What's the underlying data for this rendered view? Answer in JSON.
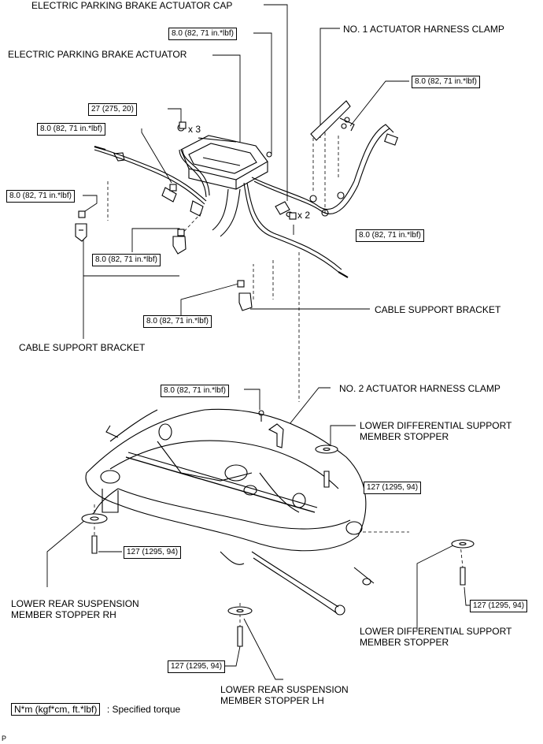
{
  "labels": {
    "epb_actuator_cap": "ELECTRIC PARKING BRAKE ACTUATOR CAP",
    "no1_clamp": "NO. 1 ACTUATOR HARNESS CLAMP",
    "epb_actuator": "ELECTRIC PARKING BRAKE ACTUATOR",
    "cable_bracket_right": "CABLE SUPPORT BRACKET",
    "cable_bracket_left": "CABLE SUPPORT BRACKET",
    "no2_clamp": "NO. 2 ACTUATOR HARNESS CLAMP",
    "lower_diff_stopper_top": "LOWER DIFFERENTIAL SUPPORT\nMEMBER STOPPER",
    "lower_rear_stopper_rh": "LOWER REAR SUSPENSION\nMEMBER STOPPER RH",
    "lower_diff_stopper_bottom": "LOWER DIFFERENTIAL SUPPORT\nMEMBER STOPPER",
    "lower_rear_stopper_lh": "LOWER REAR SUSPENSION\nMEMBER STOPPER LH"
  },
  "torques": {
    "t1": "8.0 (82, 71 in.*lbf)",
    "t2": "8.0 (82, 71 in.*lbf)",
    "t3": "27 (275, 20)",
    "t4": "8.0 (82, 71 in.*lbf)",
    "t5": "8.0 (82, 71 in.*lbf)",
    "t6": "8.0 (82, 71 in.*lbf)",
    "t7": "8.0 (82, 71 in.*lbf)",
    "t8": "8.0 (82, 71 in.*lbf)",
    "t9": "8.0 (82, 71 in.*lbf)",
    "t10": "127 (1295, 94)",
    "t11": "127 (1295, 94)",
    "t12": "127 (1295, 94)",
    "t13": "127 (1295, 94)"
  },
  "counts": {
    "x3": "x 3",
    "x2": "x 2"
  },
  "legend": {
    "unit_box": "N*m (kgf*cm, ft.*lbf)",
    "description": ": Specified torque"
  },
  "footer": {
    "code": "P"
  }
}
